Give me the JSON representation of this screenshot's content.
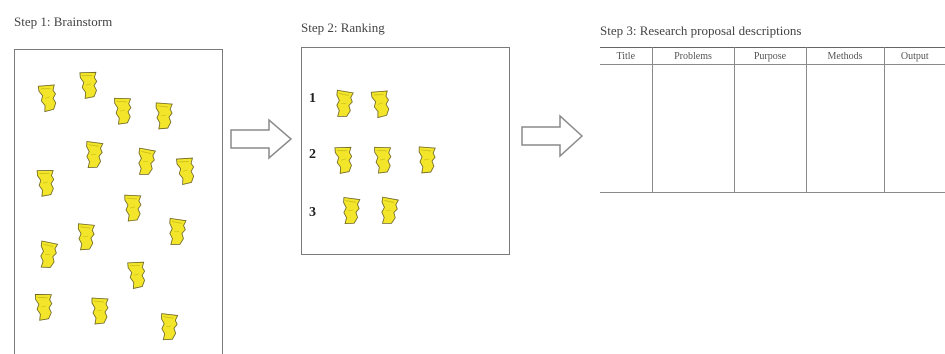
{
  "steps": [
    {
      "title": "Step 1: Brainstorm"
    },
    {
      "title": "Step 2: Ranking",
      "ranks": [
        "1",
        "2",
        "3"
      ]
    },
    {
      "title": "Step 3: Research proposal descriptions",
      "columns": [
        "Title",
        "Problems",
        "Purpose",
        "Methods",
        "Output"
      ]
    }
  ],
  "colors": {
    "note_fill": "#f2e52a",
    "note_stroke": "#6b6320",
    "border": "#7a7a7a",
    "arrow": "#8a8a8a"
  }
}
